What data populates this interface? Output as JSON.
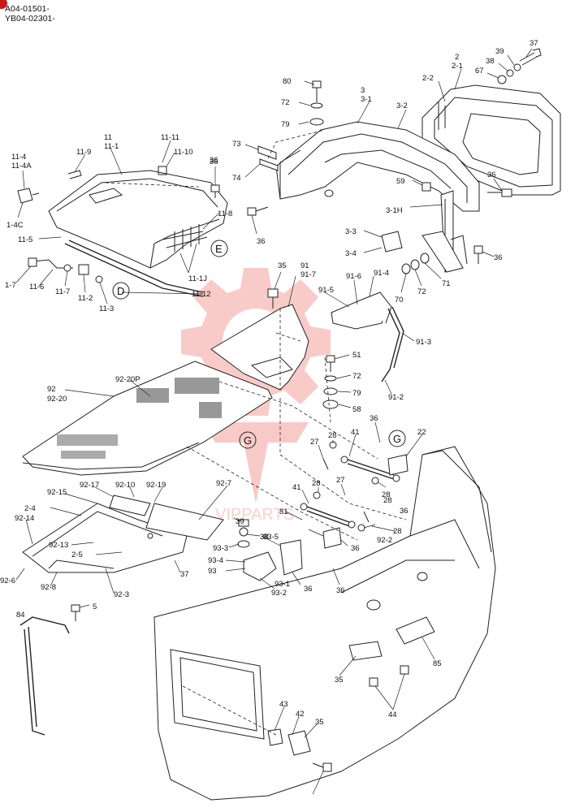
{
  "header": {
    "serial_1": "A04-01501-",
    "serial_2": "YB04-02301-"
  },
  "watermark": {
    "text": "VIPPARTS",
    "color": "#e8463a"
  },
  "callouts": {
    "D": "D",
    "E": "E",
    "G1": "G",
    "G2": "G"
  },
  "labels": [
    {
      "id": "37",
      "t": "37"
    },
    {
      "id": "39",
      "t": "39"
    },
    {
      "id": "38",
      "t": "38"
    },
    {
      "id": "67",
      "t": "67"
    },
    {
      "id": "2",
      "t": "2"
    },
    {
      "id": "2-1",
      "t": "2-1"
    },
    {
      "id": "2-2",
      "t": "2-2"
    },
    {
      "id": "80",
      "t": "80"
    },
    {
      "id": "72a",
      "t": "72"
    },
    {
      "id": "79a",
      "t": "79"
    },
    {
      "id": "3",
      "t": "3"
    },
    {
      "id": "3-1",
      "t": "3-1"
    },
    {
      "id": "3-2",
      "t": "3-2"
    },
    {
      "id": "73",
      "t": "73"
    },
    {
      "id": "74",
      "t": "74"
    },
    {
      "id": "59",
      "t": "59"
    },
    {
      "id": "36a",
      "t": "36"
    },
    {
      "id": "36b",
      "t": "36"
    },
    {
      "id": "3-1H",
      "t": "3-1H"
    },
    {
      "id": "36c",
      "t": "36"
    },
    {
      "id": "3-3",
      "t": "3-3"
    },
    {
      "id": "3-4",
      "t": "3-4"
    },
    {
      "id": "36d",
      "t": "36"
    },
    {
      "id": "70",
      "t": "70"
    },
    {
      "id": "72b",
      "t": "72"
    },
    {
      "id": "71",
      "t": "71"
    },
    {
      "id": "11",
      "t": "11"
    },
    {
      "id": "11-1",
      "t": "11-1"
    },
    {
      "id": "11-11",
      "t": "11-11"
    },
    {
      "id": "11-9",
      "t": "11-9"
    },
    {
      "id": "11-10",
      "t": "11-10"
    },
    {
      "id": "36e",
      "t": "36"
    },
    {
      "id": "11-4",
      "t": "11-4"
    },
    {
      "id": "11-4A",
      "t": "11-4A"
    },
    {
      "id": "11-8",
      "t": "11-8"
    },
    {
      "id": "1-4C",
      "t": "1-4C"
    },
    {
      "id": "11-5",
      "t": "11-5"
    },
    {
      "id": "11-1J",
      "t": "11-1J"
    },
    {
      "id": "1-7",
      "t": "1-7"
    },
    {
      "id": "11-6",
      "t": "11-6"
    },
    {
      "id": "11-7",
      "t": "11-7"
    },
    {
      "id": "11-2",
      "t": "11-2"
    },
    {
      "id": "11-3",
      "t": "11-3"
    },
    {
      "id": "11-12",
      "t": "11-12"
    },
    {
      "id": "35a",
      "t": "35"
    },
    {
      "id": "91",
      "t": "91"
    },
    {
      "id": "91-7",
      "t": "91-7"
    },
    {
      "id": "91-4",
      "t": "91-4"
    },
    {
      "id": "91-6",
      "t": "91-6"
    },
    {
      "id": "91-5",
      "t": "91-5"
    },
    {
      "id": "91-3",
      "t": "91-3"
    },
    {
      "id": "51",
      "t": "51"
    },
    {
      "id": "72c",
      "t": "72"
    },
    {
      "id": "79b",
      "t": "79"
    },
    {
      "id": "58",
      "t": "58"
    },
    {
      "id": "91-2",
      "t": "91-2"
    },
    {
      "id": "92",
      "t": "92"
    },
    {
      "id": "92-20",
      "t": "92-20"
    },
    {
      "id": "92-20P",
      "t": "92-20P"
    },
    {
      "id": "36f",
      "t": "36"
    },
    {
      "id": "22",
      "t": "22"
    },
    {
      "id": "41a",
      "t": "41"
    },
    {
      "id": "28a",
      "t": "28"
    },
    {
      "id": "27a",
      "t": "27"
    },
    {
      "id": "28b",
      "t": "28"
    },
    {
      "id": "36g",
      "t": "36"
    },
    {
      "id": "28c",
      "t": "28"
    },
    {
      "id": "41b",
      "t": "41"
    },
    {
      "id": "28d",
      "t": "28"
    },
    {
      "id": "27b",
      "t": "27"
    },
    {
      "id": "28e",
      "t": "28"
    },
    {
      "id": "92-2",
      "t": "92-2"
    },
    {
      "id": "92-17",
      "t": "92-17"
    },
    {
      "id": "92-10",
      "t": "92-10"
    },
    {
      "id": "92-19",
      "t": "92-19"
    },
    {
      "id": "92-7",
      "t": "92-7"
    },
    {
      "id": "92-15",
      "t": "92-15"
    },
    {
      "id": "2-4",
      "t": "2-4"
    },
    {
      "id": "92-14",
      "t": "92-14"
    },
    {
      "id": "92-13",
      "t": "92-13"
    },
    {
      "id": "2-5",
      "t": "2-5"
    },
    {
      "id": "92-6",
      "t": "92-6"
    },
    {
      "id": "92-8",
      "t": "92-8"
    },
    {
      "id": "92-3",
      "t": "92-3"
    },
    {
      "id": "37b",
      "t": "37"
    },
    {
      "id": "39b",
      "t": "39"
    },
    {
      "id": "38b",
      "t": "38"
    },
    {
      "id": "93-3",
      "t": "93-3"
    },
    {
      "id": "93-5",
      "t": "93-5"
    },
    {
      "id": "93-4",
      "t": "93-4"
    },
    {
      "id": "93",
      "t": "93"
    },
    {
      "id": "93-1",
      "t": "93-1"
    },
    {
      "id": "93-2",
      "t": "93-2"
    },
    {
      "id": "36h",
      "t": "36"
    },
    {
      "id": "36i",
      "t": "36"
    },
    {
      "id": "81",
      "t": "81"
    },
    {
      "id": "36j",
      "t": "36"
    },
    {
      "id": "5",
      "t": "5"
    },
    {
      "id": "84",
      "t": "84"
    },
    {
      "id": "85",
      "t": "85"
    },
    {
      "id": "35b",
      "t": "35"
    },
    {
      "id": "44",
      "t": "44"
    },
    {
      "id": "43",
      "t": "43"
    },
    {
      "id": "42",
      "t": "42"
    },
    {
      "id": "35c",
      "t": "35"
    }
  ]
}
